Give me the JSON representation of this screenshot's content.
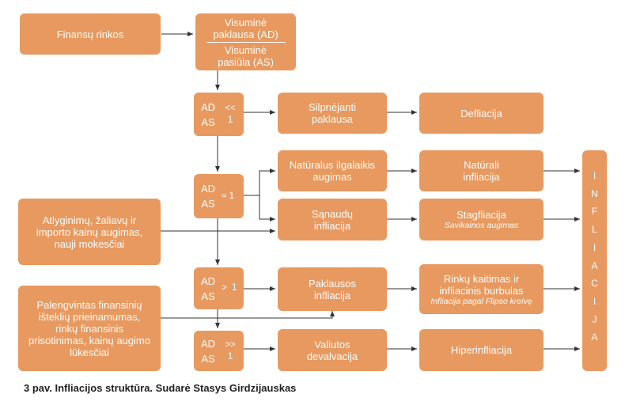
{
  "boxes": {
    "finansu_rinkos": "Finansų rinkos",
    "ad_title": "Visuminė paklausa (AD)",
    "as_title": "Visuminė pasiūla (AS)",
    "silpnejanti": "Silpnėjanti paklausa",
    "defliacija": "Defliacija",
    "naturalus_augimas": "Natūralus ilgalaikis augimas",
    "naturali_infliacija": "Natūrali infliacija",
    "atlyginimu": "Atlyginimų, žaliavų ir importo kainų augimas, nauji mokesčiai",
    "sanaudu": "Sąnaudų infliacija",
    "stagfliacija": "Stagfliacija",
    "stagfliacija_sub": "Savikainos augimas",
    "palengvintas": "Palengvintas finansinių išteklių prieinamumas, rinkų finansinis prisotinimas, kainų augimo lūkesčiai",
    "paklausos": "Paklausos infliacija",
    "rinku_kaitimas": "Rinkų kaitimas ir infliacinis burbulas",
    "rinku_kaitimas_sub": "Infliacija pagal Flipso kreivę",
    "valiutos": "Valiutos devalvacija",
    "hiperinfliacija": "Hiperinfliacija"
  },
  "ratios": [
    {
      "top": "AD",
      "bottom": "AS",
      "op": "<< 1"
    },
    {
      "top": "AD",
      "bottom": "AS",
      "op": "≈ 1"
    },
    {
      "top": "AD",
      "bottom": "AS",
      "op": ">  1"
    },
    {
      "top": "AD",
      "bottom": "AS",
      "op": ">> 1"
    }
  ],
  "infliacija_letters": [
    "I",
    "N",
    "F",
    "L",
    "I",
    "A",
    "C",
    "I",
    "J",
    "A"
  ],
  "caption": "3 pav. Infliacijos struktūra. Sudarė Stasys Girdzijauskas",
  "colors": {
    "box": "#e8995f",
    "line": "#333333",
    "text": "#ffffff"
  }
}
